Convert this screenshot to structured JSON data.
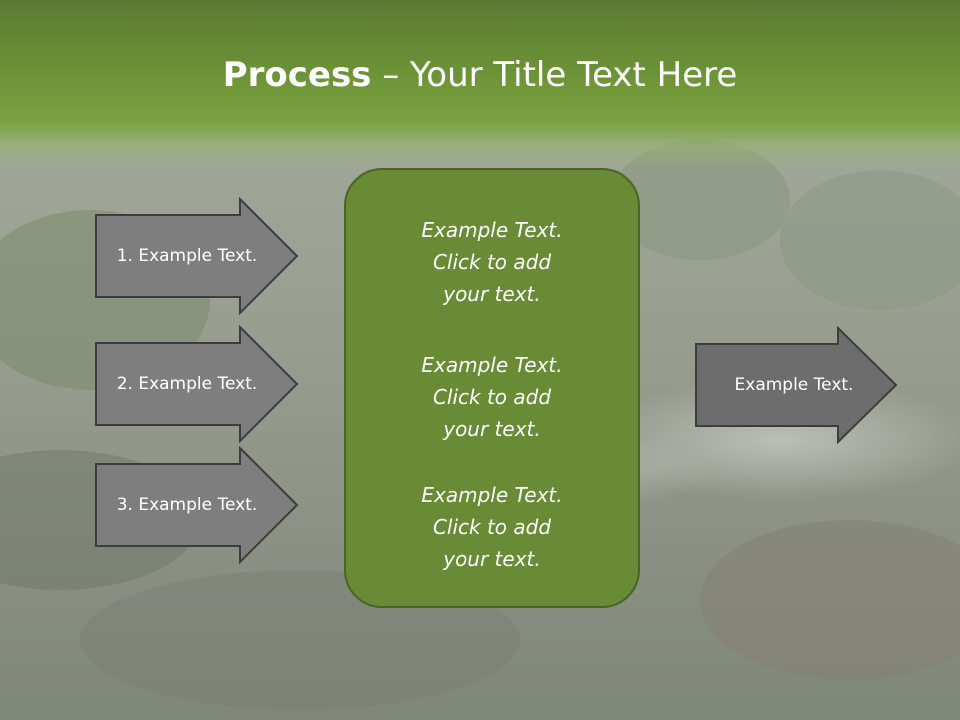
{
  "title": {
    "bold": "Process",
    "rest": " – Your Title Text Here"
  },
  "left_arrows": [
    {
      "label": "1. Example Text."
    },
    {
      "label": "2. Example Text."
    },
    {
      "label": "3. Example Text."
    }
  ],
  "center_box": {
    "items": [
      {
        "line1": "Example Text.",
        "line2": "Click  to add",
        "line3": "your text."
      },
      {
        "line1": "Example Text.",
        "line2": "Click  to add",
        "line3": "your text."
      },
      {
        "line1": "Example Text.",
        "line2": "Click  to add",
        "line3": "your text."
      }
    ]
  },
  "right_arrow": {
    "label": "Example Text."
  },
  "colors": {
    "header_green": "#6b9136",
    "box_green": "#6a8b35",
    "arrow_gray": "#7e7e7e",
    "arrow_stroke": "#3d3d3d"
  }
}
